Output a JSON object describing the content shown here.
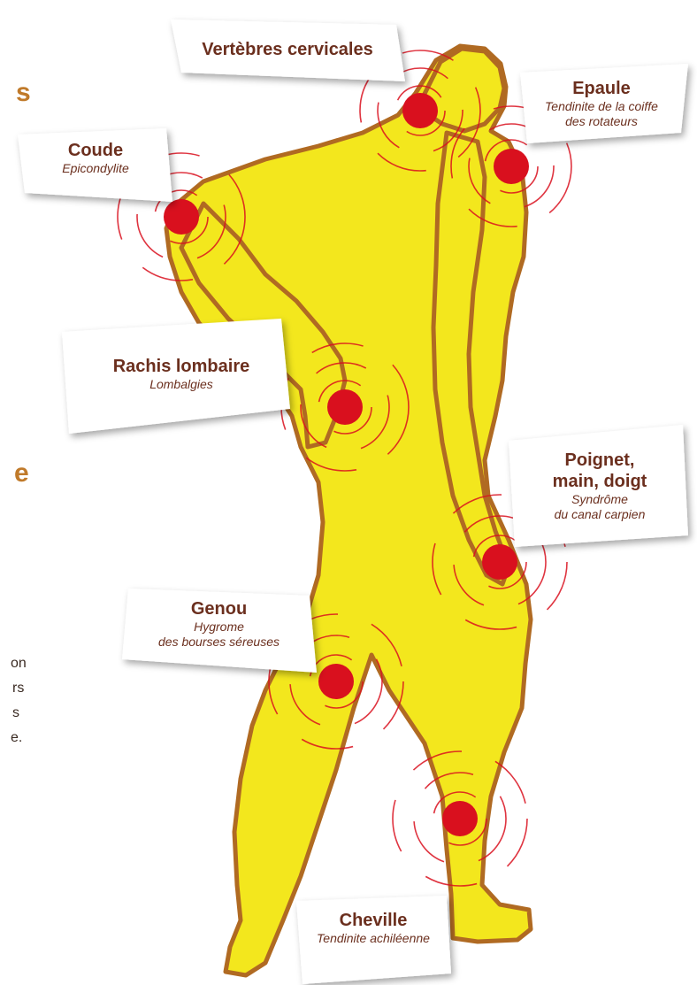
{
  "colors": {
    "body_fill": "#f3e71d",
    "body_outline": "#b06a22",
    "hotspot": "#d9101e",
    "ripple": "#d9101e",
    "label_text": "#6b2f1e",
    "edge_heading": "#c07a2a"
  },
  "edge_fragments": {
    "top_heading": "s",
    "mid_heading": "e",
    "body_lines": [
      "on",
      "rs",
      "s",
      "e."
    ]
  },
  "labels": {
    "cervicales": {
      "title": "Vertèbres cervicales",
      "sub": ""
    },
    "epaule": {
      "title": "Epaule",
      "sub": "Tendinite de la coiffe\ndes rotateurs"
    },
    "coude": {
      "title": "Coude",
      "sub": "Epicondylite"
    },
    "lombaire": {
      "title": "Rachis lombaire",
      "sub": "Lombalgies"
    },
    "poignet": {
      "title": "Poignet,\nmain, doigt",
      "sub": "Syndrôme\ndu canal carpien"
    },
    "genou": {
      "title": "Genou",
      "sub": "Hygrome\ndes bourses séreuses"
    },
    "cheville": {
      "title": "Cheville",
      "sub": "Tendinite achiléenne"
    }
  }
}
